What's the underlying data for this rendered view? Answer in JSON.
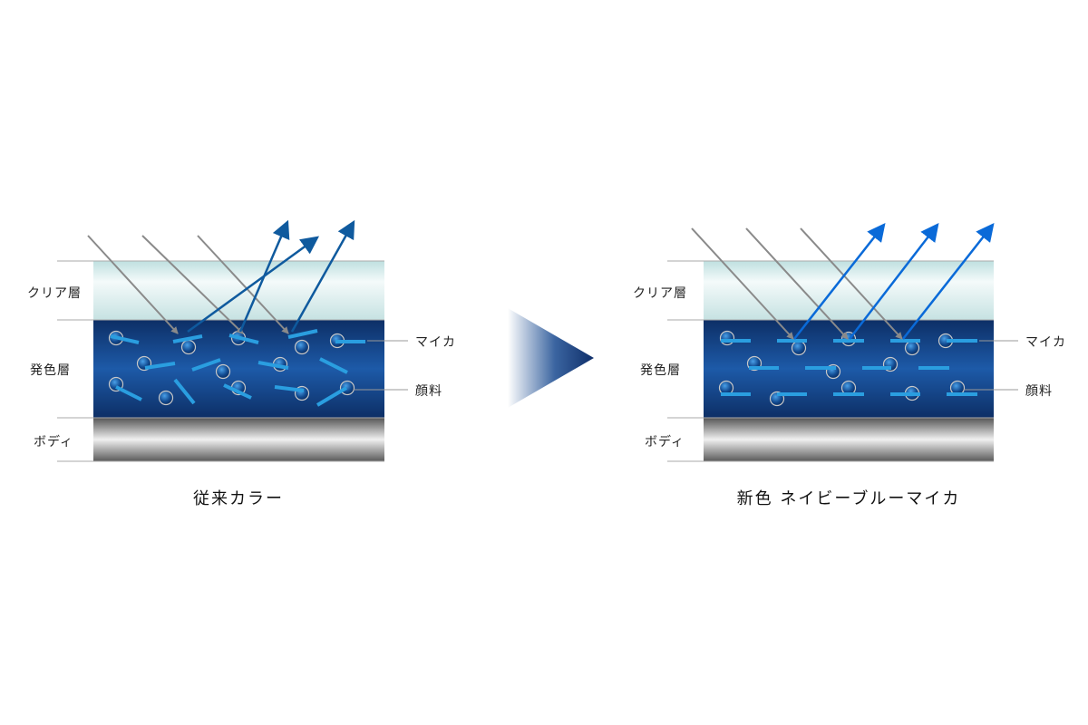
{
  "left_panel": {
    "caption": "従来カラー",
    "layers": {
      "clear": "クリア層",
      "color": "発色層",
      "body": "ボディ"
    },
    "callouts": {
      "mica": "マイカ",
      "pigment": "顔料"
    }
  },
  "right_panel": {
    "caption": "新色 ネイビーブルーマイカ",
    "layers": {
      "clear": "クリア層",
      "color": "発色層",
      "body": "ボディ"
    },
    "callouts": {
      "mica": "マイカ",
      "pigment": "顔料"
    }
  },
  "colors": {
    "navy": "#0f3a7a",
    "mica": "#2a9ee0",
    "incident_arrow": "#8a8a8a",
    "reflect_left": "#0f5a9e",
    "reflect_right": "#0a6ad8"
  }
}
